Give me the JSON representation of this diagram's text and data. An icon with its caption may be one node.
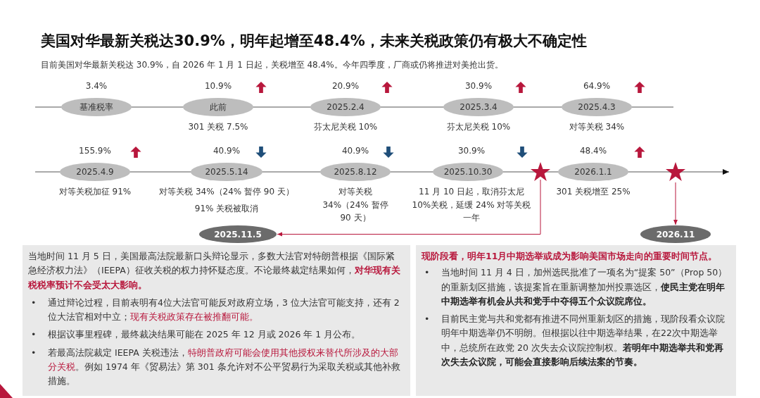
{
  "diagram": {
    "title": "美国对华最新关税达30.9%，明年起增至48.4%，未来关税政策仍有极大不确定性",
    "nodes": [
      {
        "text": [
          "基准税率"
        ],
        "beside": [
          "3.4%"
        ]
      },
      {
        "text": [
          "此前"
        ],
        "beside": [
          "10.9%",
          "301 关税 7.5%"
        ]
      },
      {
        "text": [
          "2025.2.4"
        ],
        "beside": [
          "20.9%",
          "芬太尼关税 10%"
        ]
      },
      {
        "text": [
          "2025.3.4"
        ],
        "beside": [
          "30.9%",
          "芬太尼关税 10%"
        ]
      },
      {
        "text": [
          "2025.4.3"
        ],
        "beside": [
          "64.9%",
          "对等关税 34%"
        ]
      },
      {
        "text": [
          "2025.4.9"
        ],
        "beside": [
          "155.9%",
          "对等关税加征 91%"
        ]
      },
      {
        "text": [
          "2025.5.14"
        ],
        "beside": [
          "40.9%",
          "对等关税 34%（24% 暂停 90 天）",
          "91% 关税被取消"
        ]
      },
      {
        "text": [
          "2025.8.12"
        ],
        "beside": [
          "40.9%",
          "对等关税 34%（24% 暂停 90 天）"
        ]
      },
      {
        "text": [
          "2025.10.30"
        ],
        "beside": [
          "30.9%",
          "11 月 10 日起，取消芬太尼 10%关税，延缓 24% 对等关税一年"
        ]
      },
      {
        "text": [],
        "shape": "star"
      },
      {
        "text": [
          "2026.1.1"
        ],
        "beside": [
          "48.4%",
          "301 关税增至 25%"
        ]
      },
      {
        "text": [],
        "shape": "star"
      },
      {
        "text": [
          "2025.11.5"
        ]
      },
      {
        "text": [
          "2026.11"
        ]
      },
      {
        "text": [
          "当地时间 11 月 5 日，美国最高法院最新口头辩论显示，多数大法官对特朗普根据《国际紧急经济权力法》（IEEPA）征收关税的权力持怀疑态度。不论最终裁定结果如何，**对华现有关税税率预计不会受太大影响。**",
          "•",
          "通过辩论过程，目前表明有4位大法官可能反对政府立场，3 位大法官可能支持，还有 2 位大法官相对中立；*现有关税政策存在被推翻可能。*",
          "•",
          "根据议事里程碑，最终裁决结果可能在 2025 年 12 月或 2026 年 1 月公布。",
          "•",
          "若最高法院裁定 IEEPA 关税违法，*特朗普政府可能会使用其他授权来替代所涉及的大部分关税*。例如 1974 年《贸易法》第 301 条允许对不公平贸易行为采取关税或其他补救措施。"
        ]
      },
      {
        "text": [
          "现阶段看，明年11月中期选举或成为影响美国市场走向的重要时间节点。",
          "•",
          "当地时间 11 月 4 日，加州选民批准了一项名为“提案 50”（Prop 50）的重新划区措施，该提案旨在重新调整加州投票选区，**使民主党在明年中期选举有机会从共和党手中夺得五个众议院席位。**",
          "•",
          "目前民主党与共和党都有推进不同州重新划区的措施，现阶段看众议院明年中期选举仍不明朗。但根据以往中期选举结果，在22次中期选举中，总统所在政党 20 次失去众议院控制权。**若明年中期选举共和党再次失去众议院，可能会直接影响后续法案的节奏。**"
        ]
      }
    ],
    "edges": [
      {
        "from": 9,
        "to": 12,
        "arrow": "to"
      },
      {
        "from": 11,
        "to": 13,
        "arrow": "to"
      }
    ],
    "labels": [
      "目前美国对华最新关税达 30.9%，自 2026 年 1 月 1 日起，关税增至 48.4%。今年四季度，厂商或仍将推进对美抢出货。"
    ]
  }
}
